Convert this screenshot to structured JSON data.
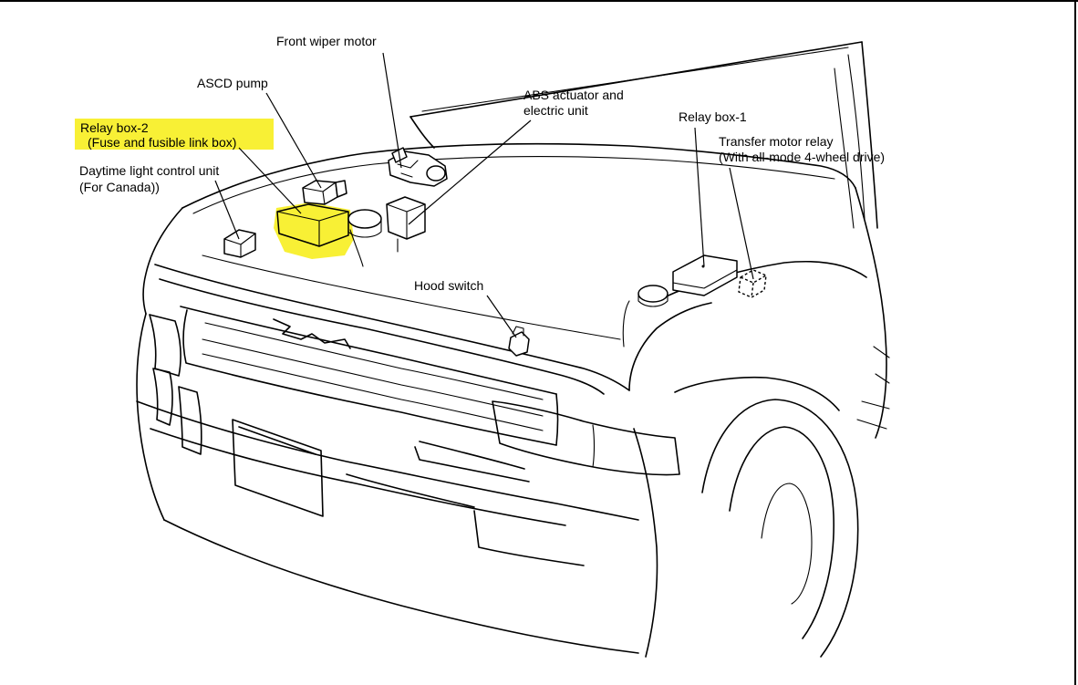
{
  "labels": {
    "front_wiper_motor": "Front wiper motor",
    "ascd_pump": "ASCD pump",
    "abs_line1": "ABS actuator and",
    "abs_line2": "electric unit",
    "relay_box_2_line1": "Relay box-2",
    "relay_box_2_line2": "(Fuse and fusible link box)",
    "daytime_line1": "Daytime light control unit",
    "daytime_line2": "(For Canada))",
    "relay_box_1": "Relay box-1",
    "transfer_line1": "Transfer motor relay",
    "transfer_line2": "(With all-mode 4-wheel drive)",
    "hood_switch": "Hood switch"
  },
  "colors": {
    "highlight": "#f7ef24",
    "ink": "#000000",
    "background": "#ffffff"
  }
}
